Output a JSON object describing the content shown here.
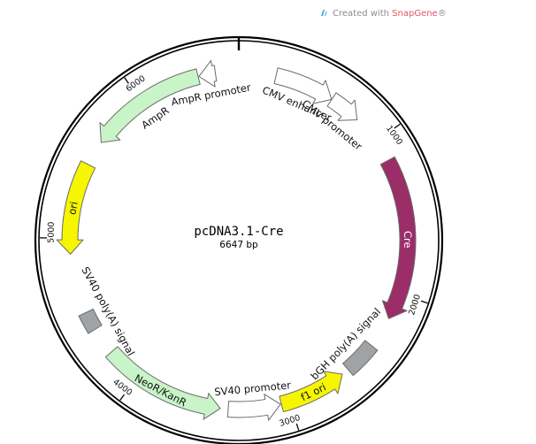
{
  "credit": {
    "prefix": "Created with ",
    "brand": "SnapGene",
    "mark": "®"
  },
  "plasmid": {
    "name": "pcDNA3.1-Cre",
    "size_label": "6647 bp",
    "length": 6647
  },
  "ticks": [
    {
      "pos": 1000,
      "label": "1000"
    },
    {
      "pos": 2000,
      "label": "2000"
    },
    {
      "pos": 3000,
      "label": "3000"
    },
    {
      "pos": 4000,
      "label": "4000"
    },
    {
      "pos": 5000,
      "label": "5000"
    },
    {
      "pos": 6000,
      "label": "6000"
    }
  ],
  "features": [
    {
      "name": "cmv-enhancer",
      "start": 235,
      "end": 615,
      "dir": "cw",
      "color": "#ffffff",
      "label": "CMV enhancer",
      "label_inside": false
    },
    {
      "name": "cmv-promoter",
      "start": 616,
      "end": 820,
      "dir": "cw",
      "color": "#ffffff",
      "label": "CMV promoter",
      "label_inside": false
    },
    {
      "name": "cre",
      "start": 1140,
      "end": 2170,
      "dir": "cw",
      "color": "#9b2e68",
      "label": "Cre",
      "label_inside": true,
      "label_color": "#ffffff"
    },
    {
      "name": "bgh-polya-signal",
      "start": 2370,
      "end": 2580,
      "dir": "none",
      "color": "#a0a3a6",
      "label": "bGH poly(A) signal",
      "label_inside": false
    },
    {
      "name": "f1-ori",
      "start": 2626,
      "end": 3054,
      "dir": "ccw",
      "color": "#f6f600",
      "label": "f1 ori",
      "label_inside": true,
      "label_color": "#111111"
    },
    {
      "name": "sv40-promoter",
      "start": 3060,
      "end": 3390,
      "dir": "ccw",
      "color": "#ffffff",
      "label": "SV40 promoter",
      "label_inside": false
    },
    {
      "name": "neor-kanr",
      "start": 3440,
      "end": 4225,
      "dir": "ccw",
      "color": "#c8f4c8",
      "label": "NeoR/KanR",
      "label_inside": true,
      "label_color": "#111111"
    },
    {
      "name": "sv40-polya-signal",
      "start": 4400,
      "end": 4520,
      "dir": "none",
      "color": "#a0a3a6",
      "label": "SV40 poly(A) signal",
      "label_inside": false
    },
    {
      "name": "ori",
      "start": 4900,
      "end": 5480,
      "dir": "ccw",
      "color": "#f6f600",
      "label": "ori",
      "label_inside": true,
      "label_color": "#111111"
    },
    {
      "name": "ampr",
      "start": 5640,
      "end": 6390,
      "dir": "ccw",
      "color": "#c8f4c8",
      "label": "AmpR",
      "label_inside": false
    },
    {
      "name": "ampr-promoter",
      "start": 6395,
      "end": 6500,
      "dir": "ccw",
      "color": "#ffffff",
      "label": "AmpR promoter",
      "label_inside": false
    }
  ],
  "colors": {
    "backbone": "#000000",
    "feature_stroke": "#6b6b6b",
    "cre": "#9b2e68",
    "ori": "#f6f600",
    "resistance": "#c8f4c8",
    "polya": "#a0a3a6",
    "credit_brand": "#e05a63"
  }
}
